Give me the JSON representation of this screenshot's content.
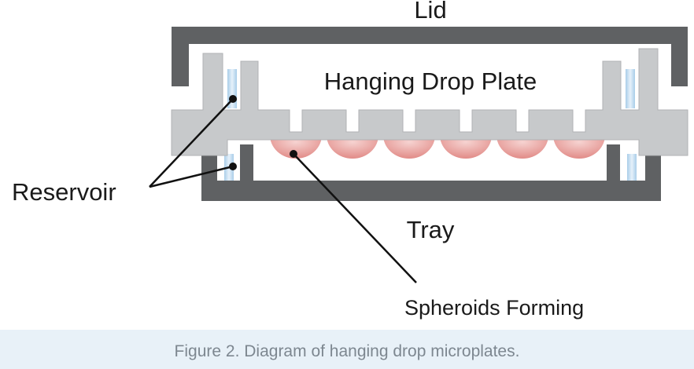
{
  "diagram": {
    "labels": {
      "lid": "Lid",
      "plate": "Hanging Drop Plate",
      "reservoir": "Reservoir",
      "tray": "Tray",
      "spheroids": "Spheroids Forming"
    },
    "colors": {
      "lid": "#5f6163",
      "tray": "#5f6163",
      "plate": "#c7c9cb",
      "water": "#bcd8ee",
      "drop": "#e39a96",
      "leader": "#111111"
    },
    "drop_count": 6
  },
  "caption": "Figure 2. Diagram of hanging drop microplates."
}
